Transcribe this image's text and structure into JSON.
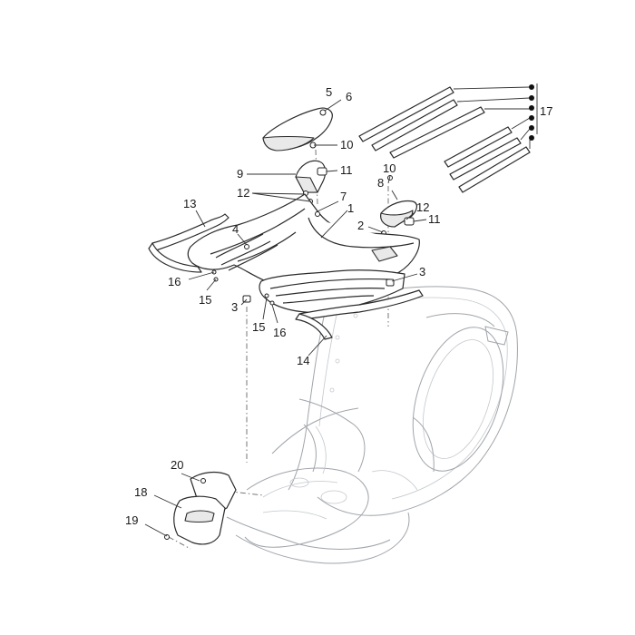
{
  "callouts": {
    "c1": "1",
    "c2": "2",
    "c3a": "3",
    "c3b": "3",
    "c4": "4",
    "c5": "5",
    "c6": "6",
    "c7": "7",
    "c8": "8",
    "c9": "9",
    "c10a": "10",
    "c10b": "10",
    "c11a": "11",
    "c11b": "11",
    "c12a": "12",
    "c12b": "12",
    "c13": "13",
    "c14": "14",
    "c15a": "15",
    "c15b": "15",
    "c16a": "16",
    "c16b": "16",
    "c17": "17",
    "c18": "18",
    "c19": "19",
    "c20": "20"
  },
  "colors": {
    "line": "#2b2b2b",
    "frame": "#a0a4aa",
    "background": "#ffffff"
  }
}
